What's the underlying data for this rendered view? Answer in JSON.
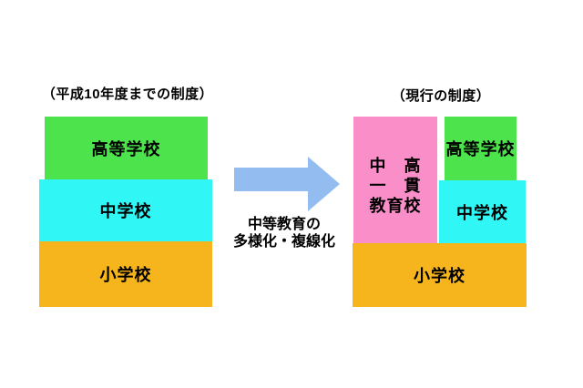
{
  "page": {
    "background": "#ffffff"
  },
  "colors": {
    "high_school_green": "#4de34d",
    "junior_high_cyan": "#30f6f6",
    "elementary_orange": "#f6b51d",
    "unified_school_pink": "#fa8ec9",
    "arrow_blue": "#93bdf0",
    "text": "#000000"
  },
  "before_system": {
    "title": "（平成10年度までの制度）",
    "high_school_label": "高等学校",
    "junior_high_label": "中学校",
    "elementary_label": "小学校"
  },
  "transition": {
    "caption_line1": "中等教育の",
    "caption_line2": "多様化・複線化"
  },
  "after_system": {
    "title": "（現行の制度）",
    "unified_school_line1": "中　高",
    "unified_school_line2": "一　貫",
    "unified_school_line3": "教育校",
    "high_school_label": "高等学校",
    "junior_high_label": "中学校",
    "elementary_label": "小学校"
  }
}
